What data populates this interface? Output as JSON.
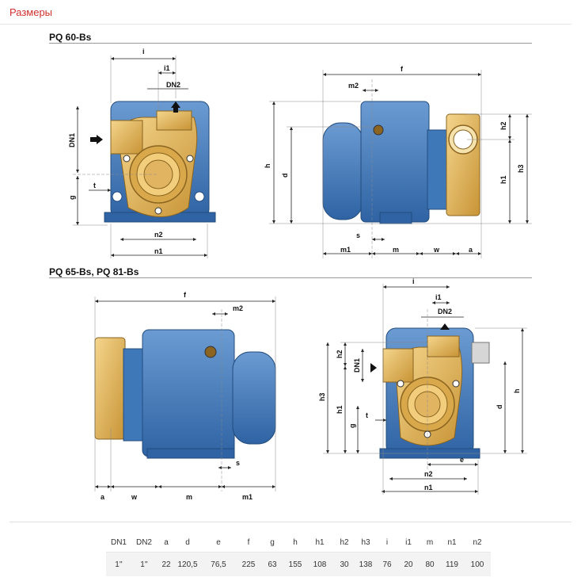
{
  "page": {
    "tab_title": "Размеры"
  },
  "section_1": {
    "title": "PQ 60-Bs"
  },
  "section_2": {
    "title": "PQ 65-Bs, PQ 81-Bs"
  },
  "labels": {
    "i": "i",
    "i1": "i1",
    "DN1": "DN1",
    "DN2": "DN2",
    "g": "g",
    "t": "t",
    "n1": "n1",
    "n2": "n2",
    "f": "f",
    "m2": "m2",
    "h": "h",
    "d": "d",
    "h1": "h1",
    "h2": "h2",
    "h3": "h3",
    "s": "s",
    "m": "m",
    "m1": "m1",
    "w": "w",
    "a": "a",
    "e": "e"
  },
  "table": {
    "headers": [
      "DN1",
      "DN2",
      "a",
      "d",
      "e",
      "f",
      "g",
      "h",
      "h1",
      "h2",
      "h3",
      "i",
      "i1",
      "m",
      "n1",
      "n2"
    ],
    "values": [
      "1''",
      "1''",
      "22",
      "120,5",
      "76,5",
      "225",
      "63",
      "155",
      "108",
      "30",
      "138",
      "76",
      "20",
      "80",
      "119",
      "100"
    ]
  },
  "colors": {
    "accent": "#d0312d",
    "pump_blue": "#3f78b8",
    "brass": "#e3b75c"
  }
}
